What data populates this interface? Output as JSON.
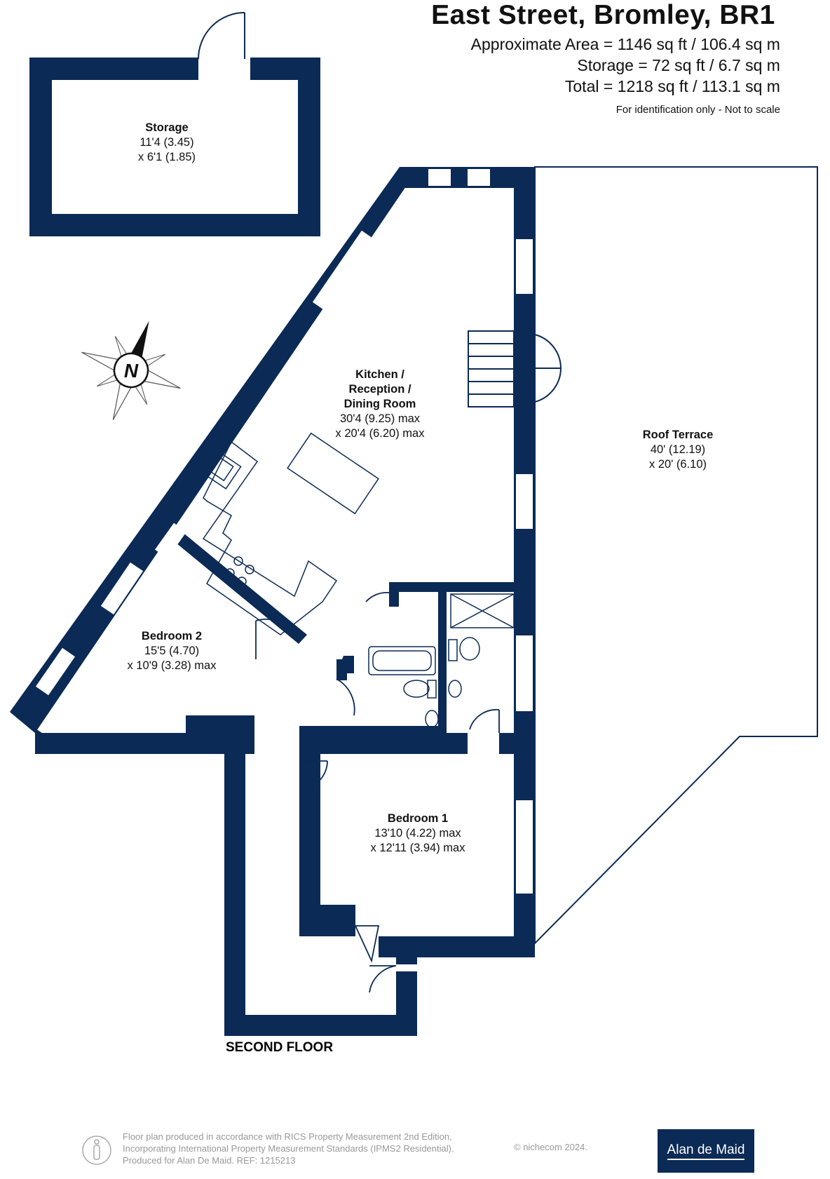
{
  "header": {
    "title": "East Street, Bromley, BR1",
    "area": "Approximate Area = 1146 sq ft / 106.4 sq m",
    "storage": "Storage = 72 sq ft / 6.7 sq m",
    "total": "Total = 1218 sq ft / 113.1 sq m",
    "note": "For identification only - Not to scale"
  },
  "rooms": {
    "storage": {
      "name": "Storage",
      "dim1": "11'4 (3.45)",
      "dim2": "x 6'1 (1.85)"
    },
    "kitchen": {
      "name1": "Kitchen /",
      "name2": "Reception /",
      "name3": "Dining Room",
      "dim1": "30'4 (9.25) max",
      "dim2": "x 20'4 (6.20) max"
    },
    "terrace": {
      "name": "Roof Terrace",
      "dim1": "40' (12.19)",
      "dim2": "x 20' (6.10)"
    },
    "bedroom2": {
      "name": "Bedroom 2",
      "dim1": "15'5 (4.70)",
      "dim2": "x 10'9 (3.28) max"
    },
    "bedroom1": {
      "name": "Bedroom 1",
      "dim1": "13'10 (4.22) max",
      "dim2": "x 12'11 (3.94) max"
    }
  },
  "compass_letter": "N",
  "floor_label": "SECOND FLOOR",
  "footer": {
    "line1": "Floor plan produced in accordance with RICS Property Measurement 2nd Edition,",
    "line2": "Incorporating International Property Measurement Standards (IPMS2 Residential).",
    "line3": "Produced for Alan De Maid.   REF: 1215213",
    "copyright": "© nichecom 2024.",
    "brand": "Alan de Maid"
  },
  "colors": {
    "wall": "#0b2a55",
    "brand_bg": "#0b2a55",
    "footer_text": "#999999"
  }
}
